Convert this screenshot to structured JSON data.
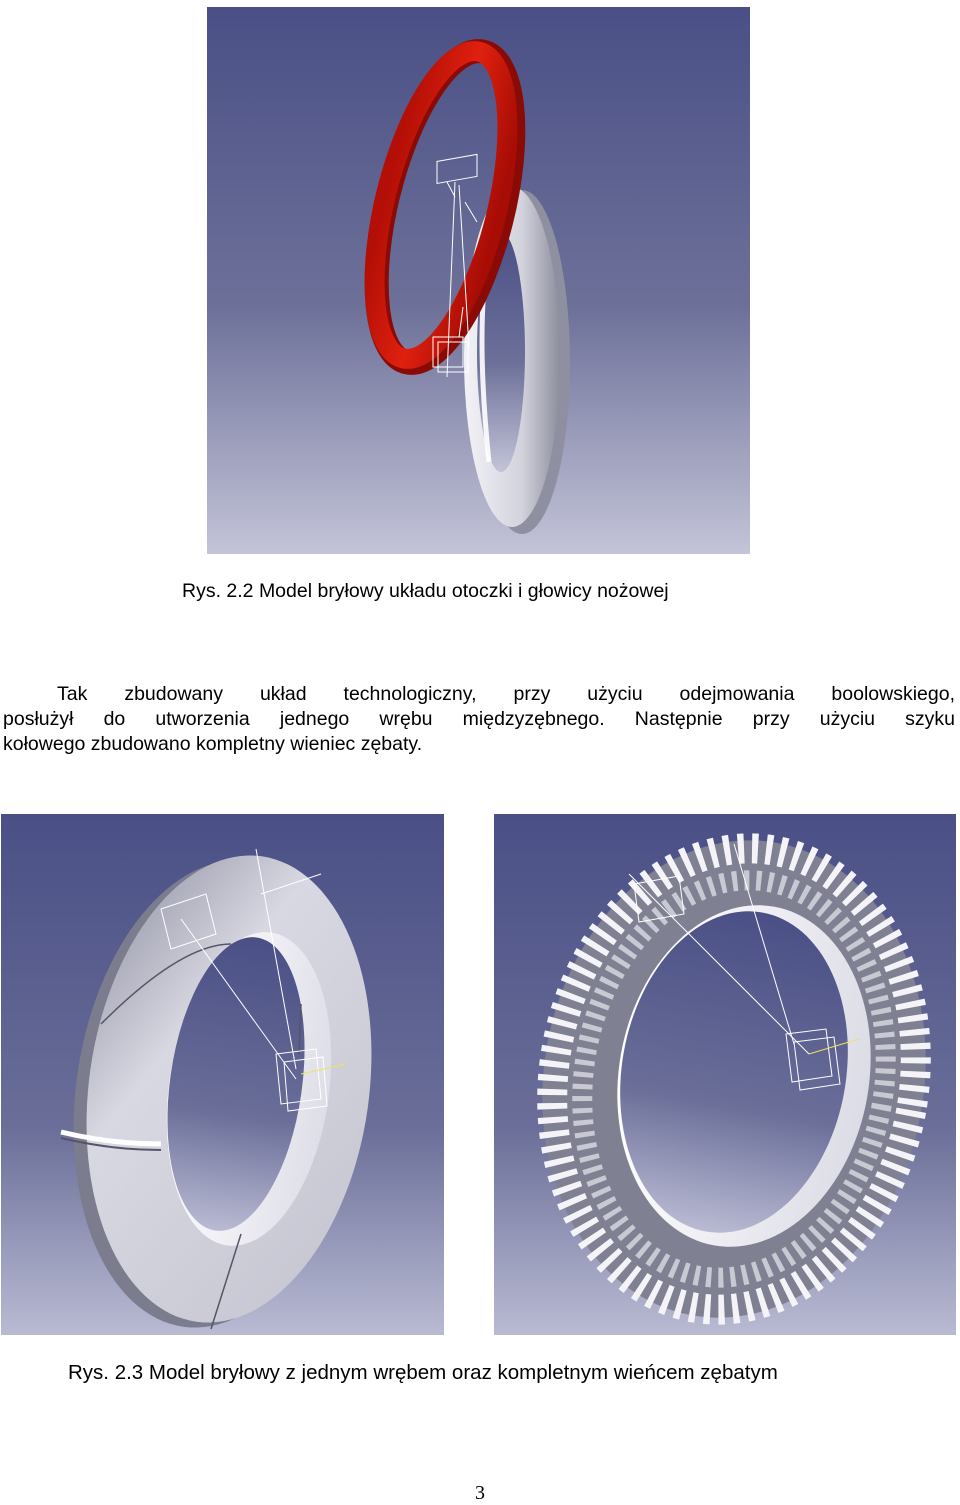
{
  "figure1": {
    "caption": "Rys. 2.2 Model bryłowy układu otoczki i głowicy nożowej"
  },
  "paragraph": {
    "lines": [
      "Tak zbudowany układ technologiczny, przy użyciu odejmowania boolowskiego,",
      "posłużył do utworzenia jednego wrębu międzyzębnego. Następnie przy użyciu szyku",
      "kołowego zbudowano kompletny wieniec zębaty."
    ]
  },
  "figure2": {
    "caption": "Rys. 2.3 Model bryłowy z jednym wrębem oraz kompletnym wieńcem zębatym"
  },
  "page_number": "3",
  "colors": {
    "cad_background_top": "#4a4f86",
    "cad_background_bottom": "#b9bbd3",
    "cutter_ring": "#dd1a0d",
    "part_gray": "#d6d6de"
  }
}
